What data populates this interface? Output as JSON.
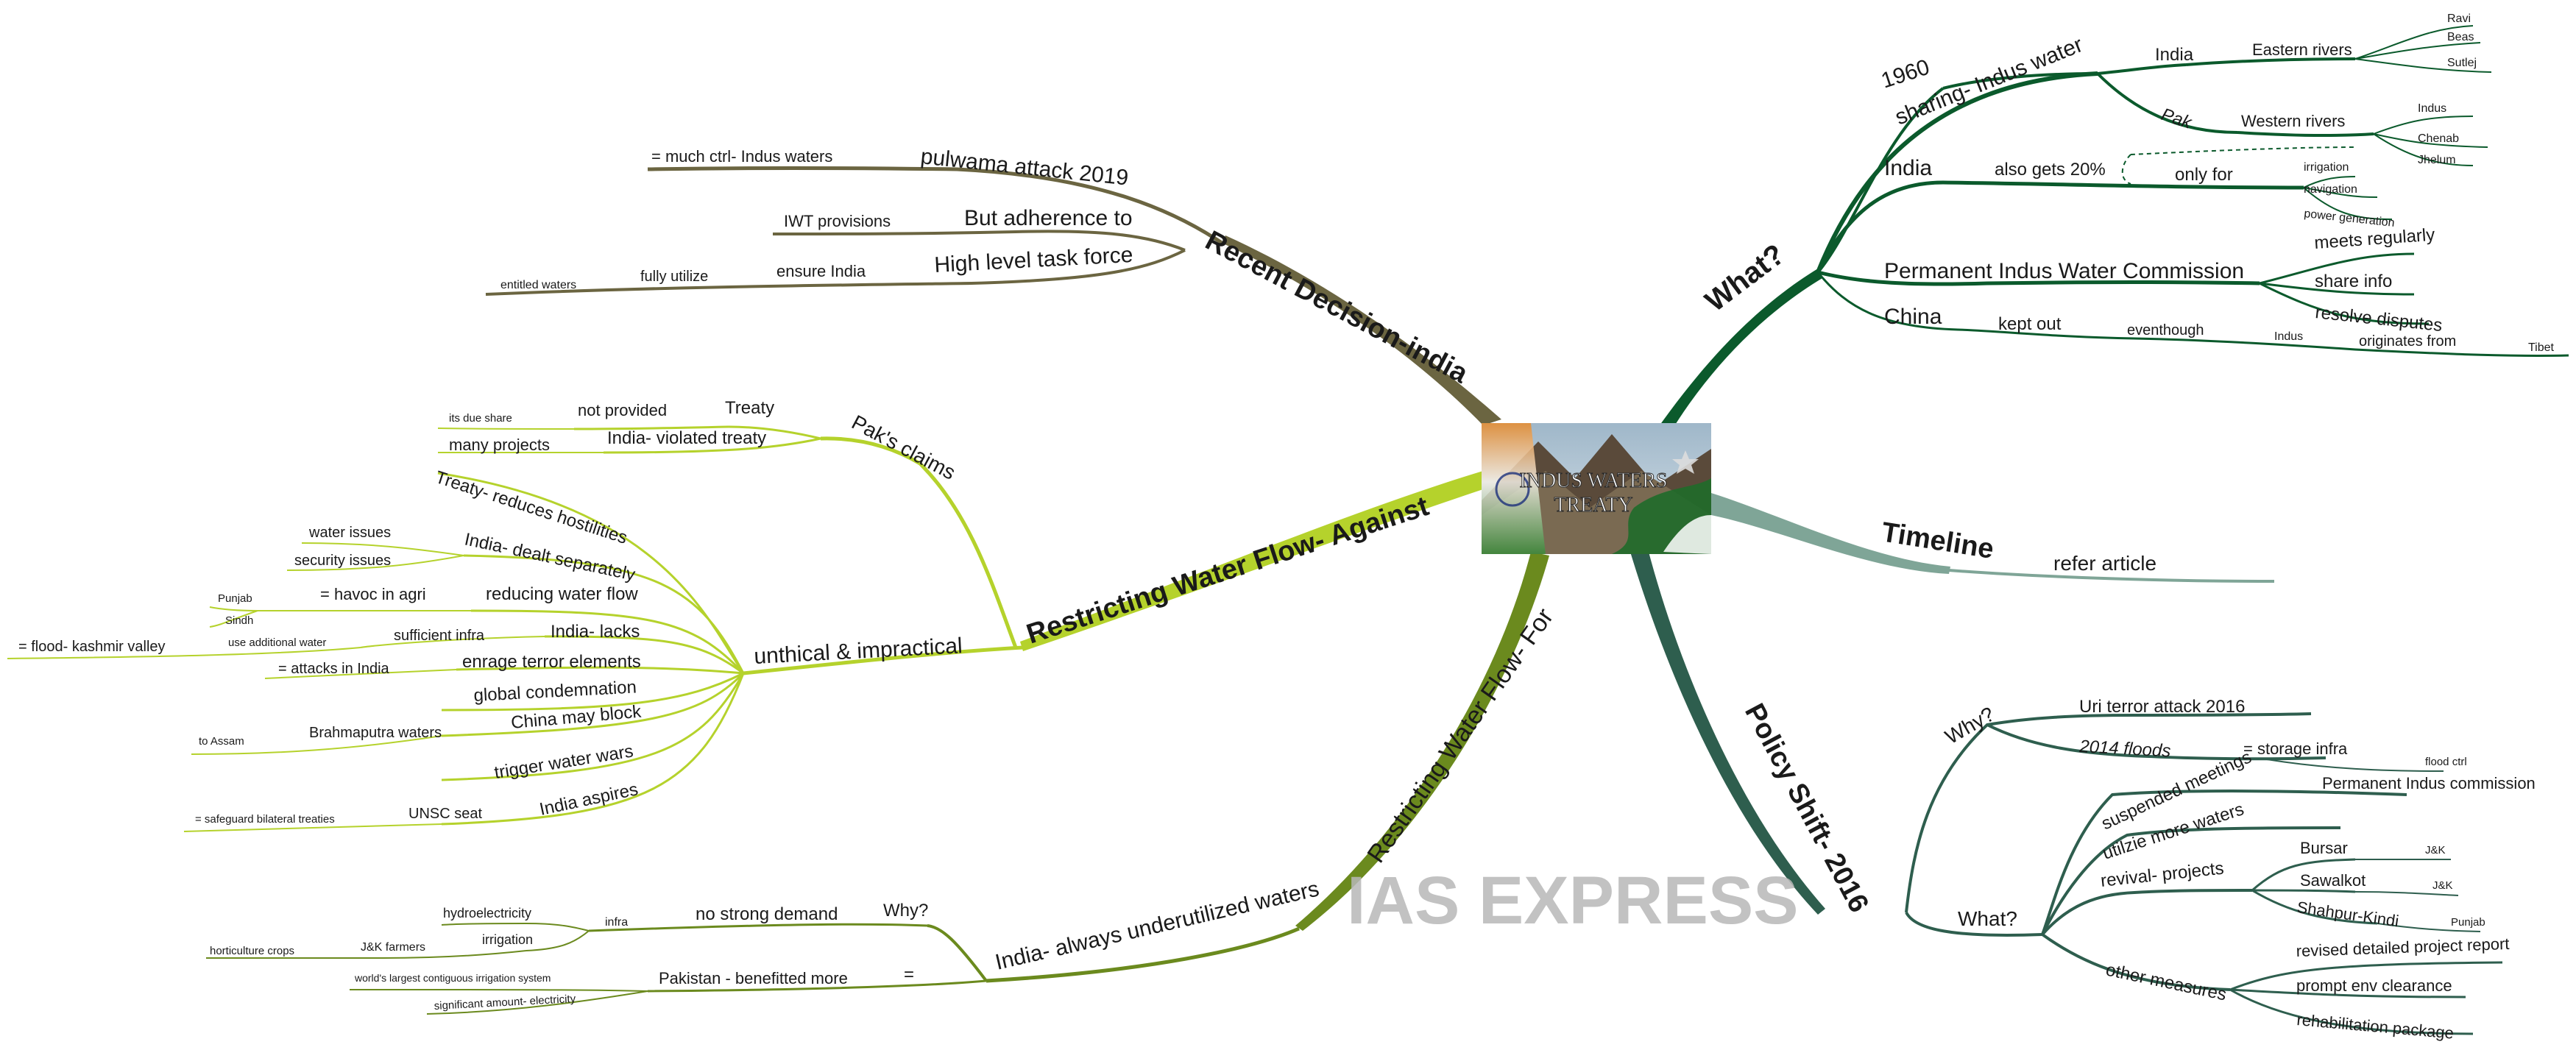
{
  "central": {
    "title_line1": "INDUS WATERS",
    "title_line2": "TREATY"
  },
  "watermark": "IAS EXPRESS",
  "colors": {
    "what": "#0b5a2c",
    "timeline": "#7fa597",
    "policy": "#2e5e4e",
    "recent": "#6b6541",
    "against": "#b5d22c",
    "for": "#6b8a1e"
  },
  "branches": {
    "what": {
      "label": "What?",
      "year": "1960",
      "sharing": "sharing- Indus water",
      "india": "India",
      "eastern": "Eastern rivers",
      "ravi": "Ravi",
      "beas": "Beas",
      "sutlej": "Sutlej",
      "pak": "Pak",
      "western": "Western rivers",
      "indus": "Indus",
      "chenab": "Chenab",
      "jhelum": "Jhelum",
      "india2": "India",
      "also_gets": "also gets 20%",
      "only_for": "only for",
      "irrigation": "irrigation",
      "navigation": "navigation",
      "power": "power generation",
      "commission": "Permanent Indus Water Commission",
      "meets": "meets regularly",
      "share_info": "share info",
      "resolve": "resolve disputes",
      "china": "China",
      "kept_out": "kept out",
      "eventhough": "eventhough",
      "indus2": "Indus",
      "originates": "originates from",
      "tibet": "Tibet"
    },
    "timeline": {
      "label": "Timeline",
      "refer": "refer article"
    },
    "policy": {
      "label": "Policy Shift- 2016",
      "why": "Why?",
      "uri": "Uri terror attack 2016",
      "floods": "2014 floods",
      "storage": "= storage infra",
      "flood_ctrl": "flood ctrl",
      "what": "What?",
      "suspended": "suspended meetings",
      "pic": "Permanent Indus commission",
      "utilize": "utilzie more waters",
      "revival": "revival- projects",
      "bursar": "Bursar",
      "jk1": "J&K",
      "sawalkot": "Sawalkot",
      "jk2": "J&K",
      "shahpur": "Shahpur-Kindi",
      "punjab": "Punjab",
      "other": "other measures",
      "dpr": "revised detailed project report",
      "env": "prompt env clearance",
      "rehab": "rehabilitation package"
    },
    "recent": {
      "label": "Recent Decision-india",
      "pulwama": "pulwama attack 2019",
      "much_ctrl": "= much ctrl- Indus waters",
      "adherence": "But adherence to",
      "iwt": "IWT provisions",
      "task_force": "High level task force",
      "ensure": "ensure India",
      "fully": "fully utilize",
      "entitled": "entitled waters"
    },
    "against": {
      "label": "Restricting Water Flow- Against",
      "paks_claims": "Pak's claims",
      "treaty": "Treaty",
      "not_provided": "not provided",
      "due_share": "its due share",
      "violated": "India- violated treaty",
      "many_projects": "many projects",
      "unethical": "unthical & impractical",
      "hostilities": "Treaty- reduces hostilities",
      "dealt": "India- dealt separately",
      "water_issues": "water issues",
      "security_issues": "security issues",
      "reducing": "reducing water flow",
      "havoc": "= havoc in agri",
      "punjab": "Punjab",
      "sindh": "Sindh",
      "lacks": "India- lacks",
      "suff_infra": "sufficient infra",
      "use_additional": "use additional water",
      "flood_kashmir": "= flood- kashmir valley",
      "enrage": "enrage terror elements",
      "attacks": "= attacks in India",
      "global": "global condemnation",
      "china_block": "China may block",
      "brahmaputra": "Brahmaputra waters",
      "to_assam": "to Assam",
      "trigger": "trigger water wars",
      "aspires": "India aspires",
      "unsc": "UNSC seat",
      "safeguard": "= safeguard bilateral treaties"
    },
    "for": {
      "label": "Restricting Water Flow- For",
      "underutilized": "India- always underutilized waters",
      "why": "Why?",
      "no_demand": "no strong demand",
      "infra": "infra",
      "hydro": "hydroelectricity",
      "irrigation": "irrigation",
      "jk_farmers": "J&K farmers",
      "horticulture": "horticulture crops",
      "eq": "=",
      "pakistan": "Pakistan - benefitted more",
      "largest": "world's largest contiguous irrigation system",
      "significant": "significant amount- electricity"
    }
  }
}
